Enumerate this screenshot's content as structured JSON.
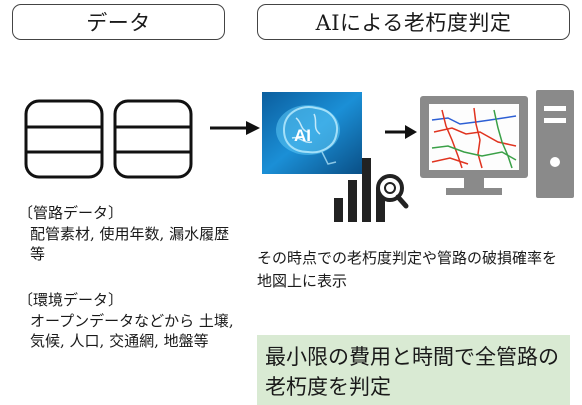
{
  "headers": {
    "data": "データ",
    "ai": "AIによる老朽度判定"
  },
  "ai_chip_label": "AI",
  "pipe_data": {
    "title": "〔管路データ〕",
    "detail": "配管素材, 使用年数, 漏水履歴等"
  },
  "env_data": {
    "title": "〔環境データ〕",
    "detail": "オープンデータなどから 土壌, 気候, 人口, 交通網, 地盤等"
  },
  "result_description": "その時点での老朽度判定や管路の破損確率を地図上に表示",
  "highlight": "最小限の費用と時間で全管路の老朽度を判定",
  "icons": [
    "database-icon",
    "database-icon",
    "arrow-right-icon",
    "ai-brain-icon",
    "bar-chart-magnifier-icon",
    "arrow-right-icon",
    "desktop-computer-icon",
    "map-icon"
  ],
  "colors": {
    "highlight_bg": "#d9ead3",
    "ai_blue": "#1b8fd6",
    "computer_gray": "#8a8a8a",
    "map_red": "#e0331f",
    "map_green": "#3aa047",
    "map_blue": "#2d5fd4"
  }
}
